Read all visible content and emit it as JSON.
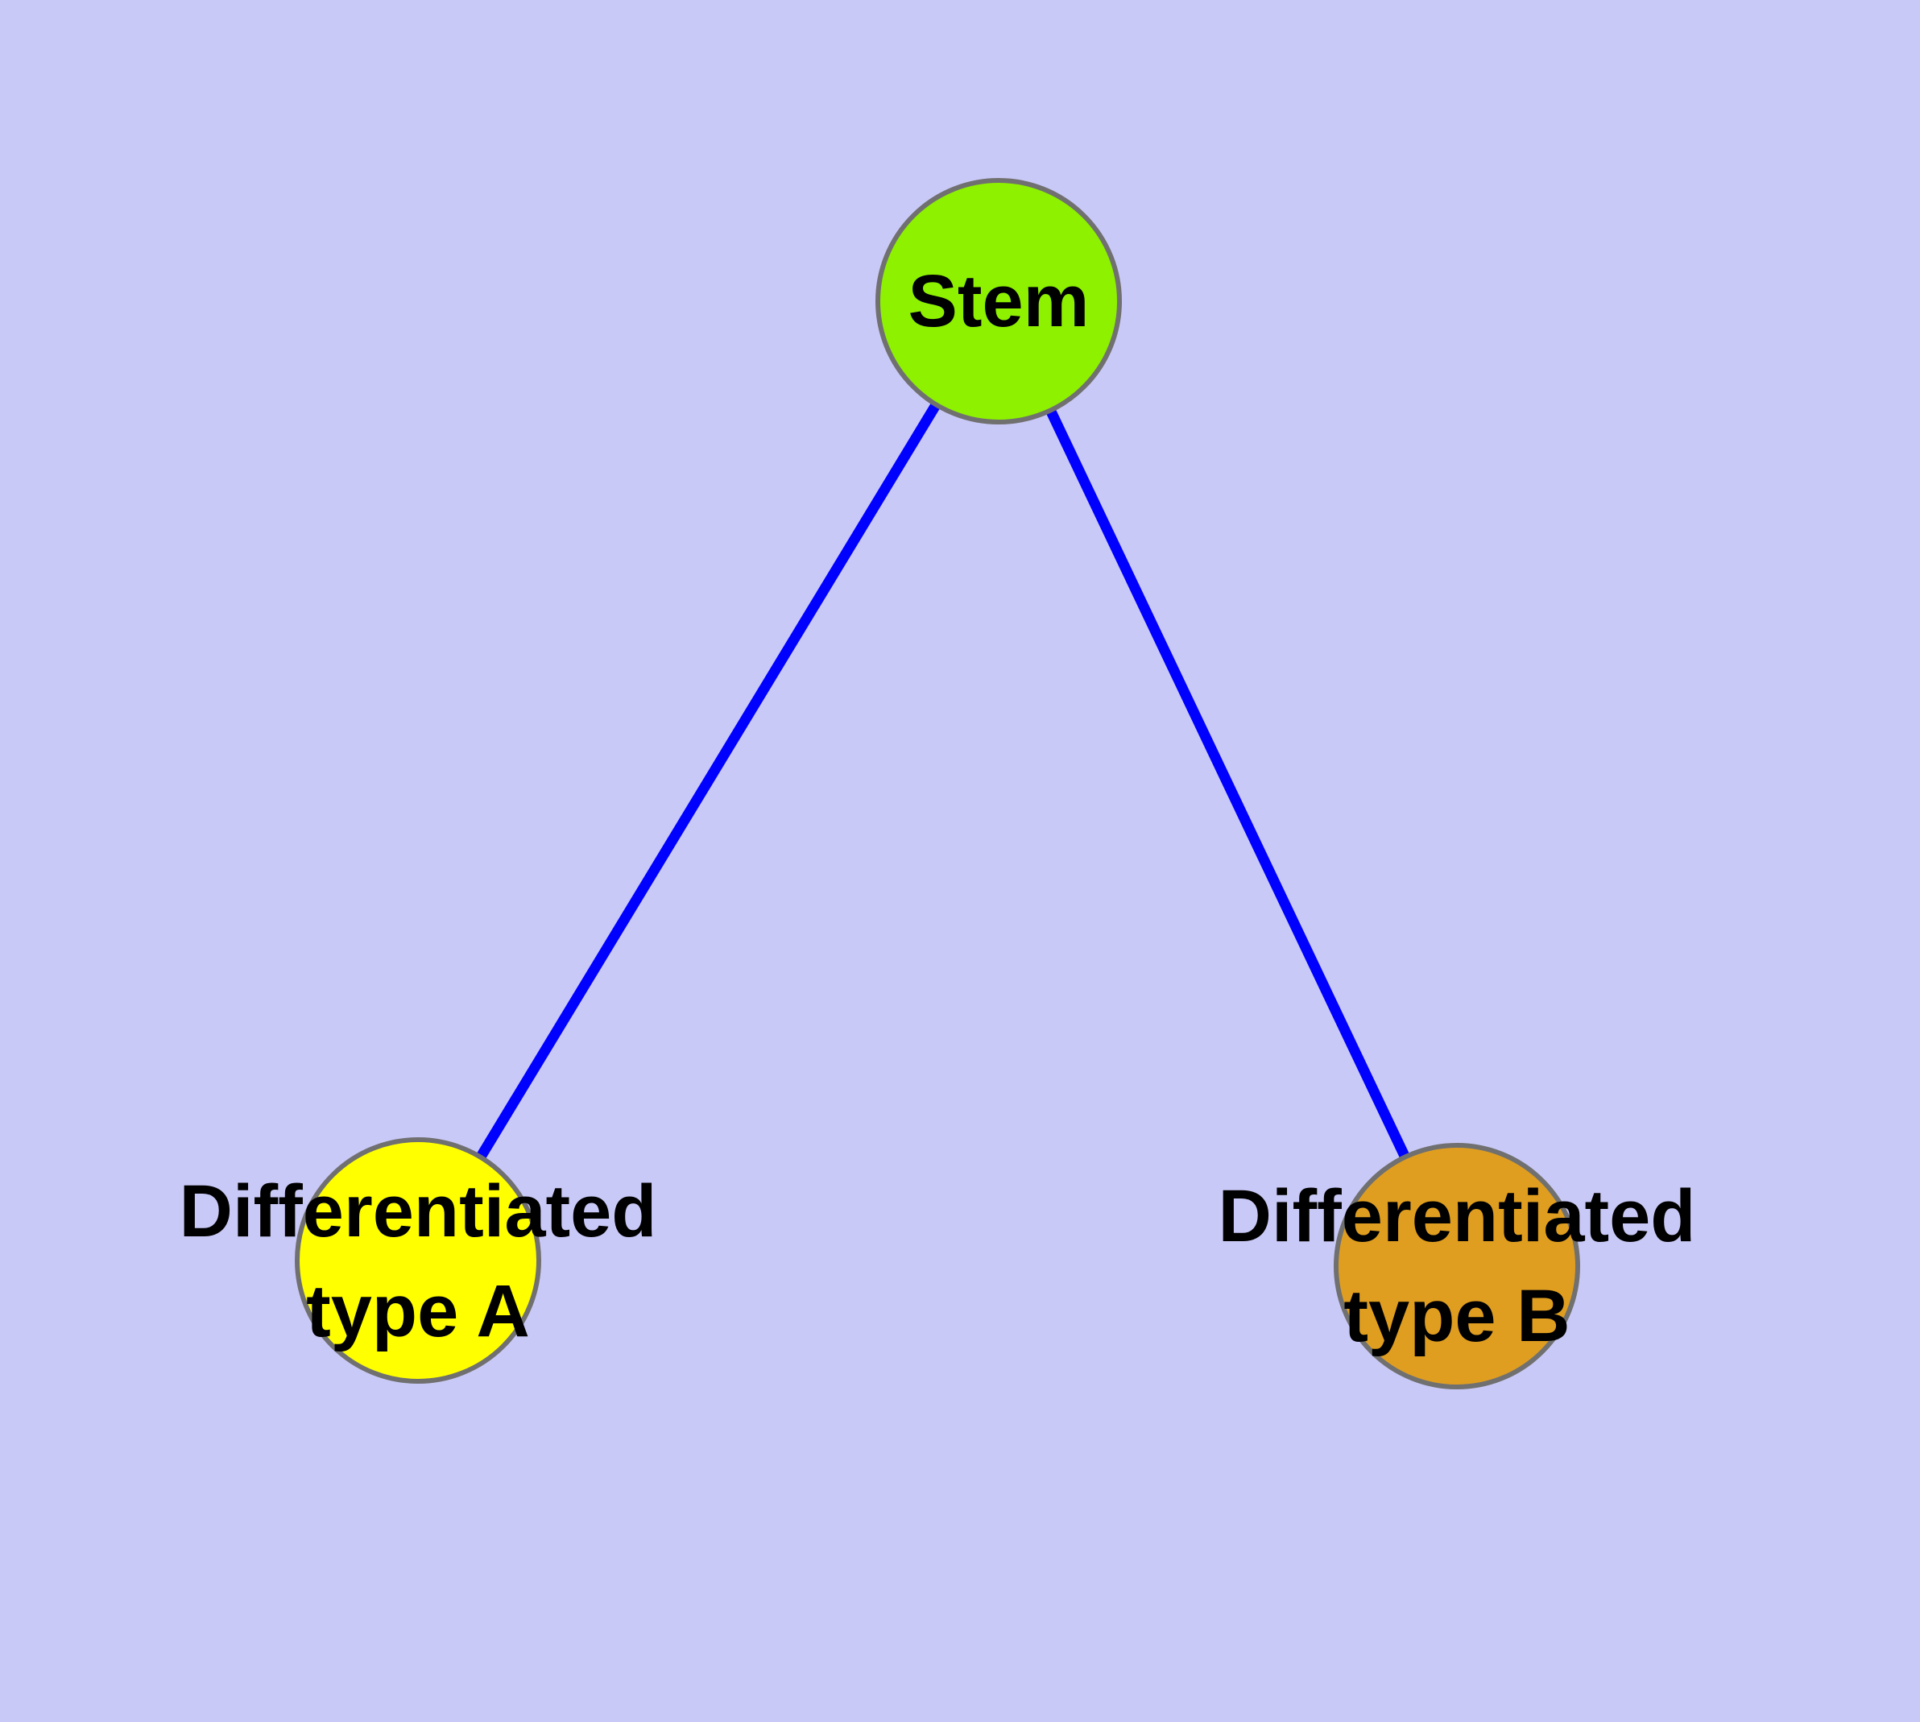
{
  "diagram": {
    "title": "",
    "background_color": "#C9C9F7",
    "edge_color": "#0000FF",
    "node_border_color": "#707070",
    "label_color": "#000000",
    "nodes": [
      {
        "id": "stem",
        "label": "Stem",
        "line1": "Stem",
        "line2": "",
        "fill": "#8DF100"
      },
      {
        "id": "type-a",
        "label": "Differentiated type A",
        "line1": "Differentiated",
        "line2": "type A",
        "fill": "#FFFF00"
      },
      {
        "id": "type-b",
        "label": "Differentiated type B",
        "line1": "Differentiated",
        "line2": "type B",
        "fill": "#E09E20"
      }
    ],
    "edges": [
      {
        "from": "Stem",
        "to": "Differentiated type A"
      },
      {
        "from": "Stem",
        "to": "Differentiated type B"
      }
    ]
  }
}
